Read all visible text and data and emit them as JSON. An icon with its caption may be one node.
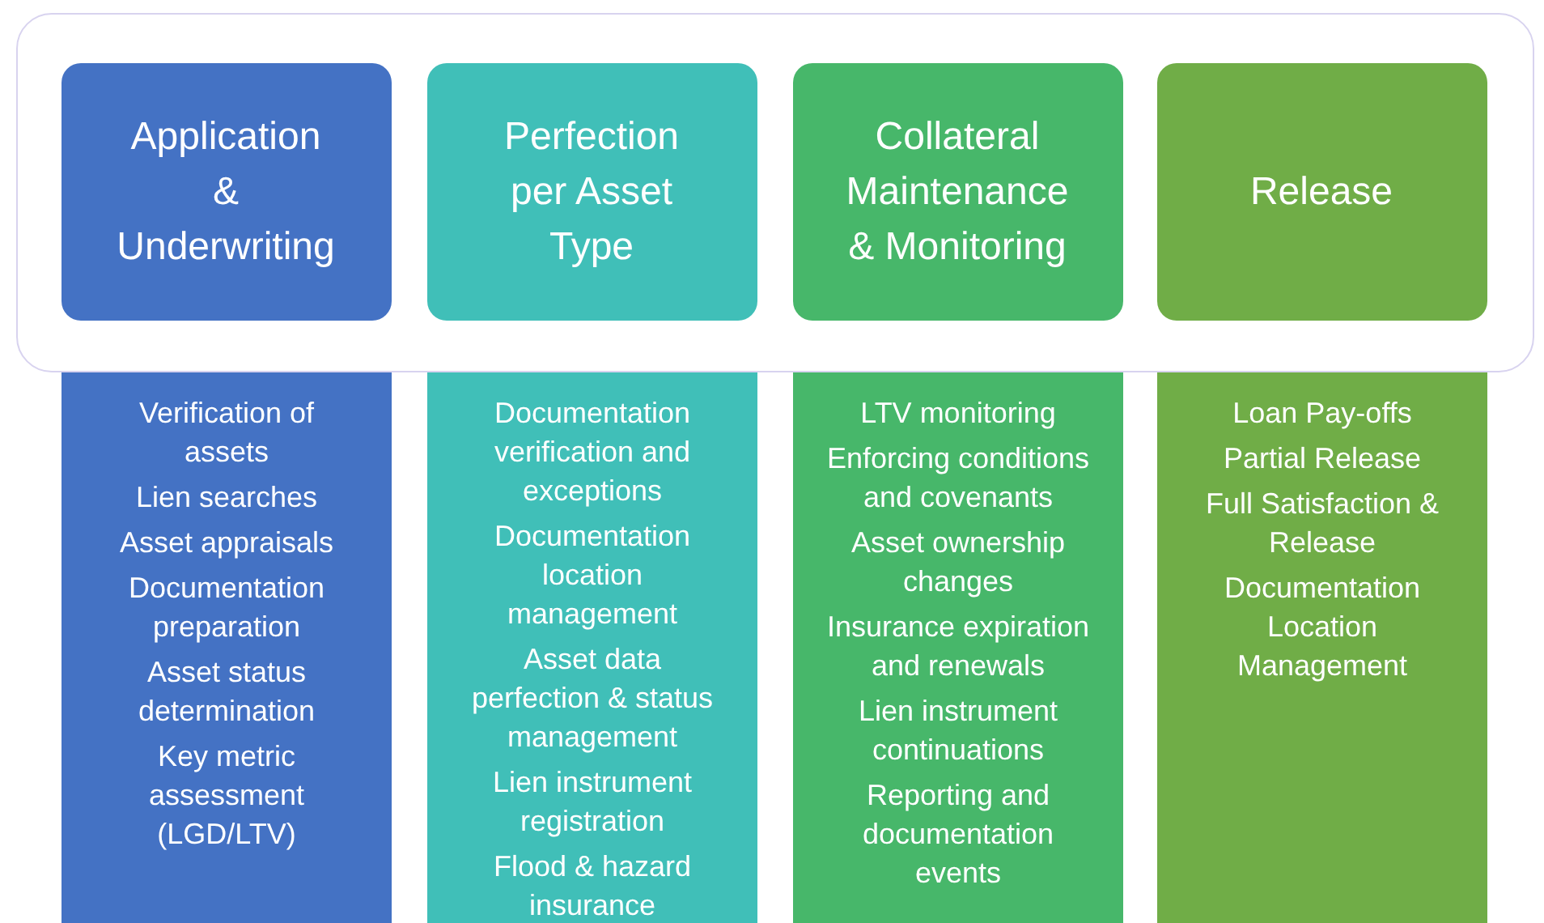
{
  "diagram": {
    "nodes": [
      {
        "text": [],
        "shape": "box"
      },
      {
        "text": [
          "Application & Underwriting"
        ],
        "in": 0
      },
      {
        "text": [
          "Perfection per Asset Type"
        ],
        "in": 0
      },
      {
        "text": [
          "Collateral Maintenance & Monitoring"
        ],
        "in": 0
      },
      {
        "text": [
          "Release"
        ],
        "in": 0
      },
      {
        "text": [
          "Verification of assets",
          "Lien searches",
          "Asset appraisals",
          "Documentation preparation",
          "Asset status determination",
          "Key metric assessment (LGD/LTV)"
        ]
      },
      {
        "text": [
          "Documentation verification and exceptions",
          "Documentation location management",
          "Asset data perfection & status management",
          "Lien instrument registration",
          "Flood & hazard insurance"
        ]
      },
      {
        "text": [
          "LTV monitoring",
          "Enforcing conditions and covenants",
          "Asset ownership changes",
          "Insurance expiration and renewals",
          "Lien instrument continuations",
          "Reporting and documentation events"
        ]
      },
      {
        "text": [
          "Loan Pay-offs",
          "Partial Release",
          "Full Satisfaction & Release",
          "Documentation Location Management"
        ]
      }
    ],
    "edges": []
  }
}
